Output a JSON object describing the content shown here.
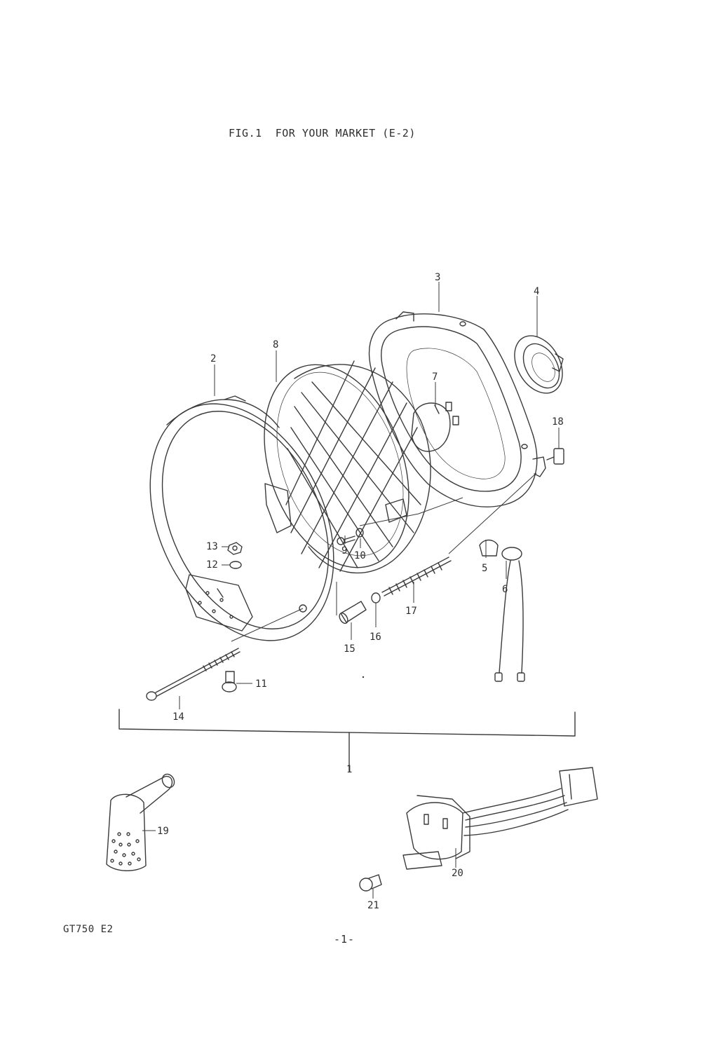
{
  "header": {
    "figure_title": "FIG.1  FOR YOUR MARKET (E-2)"
  },
  "footer": {
    "model_code": "GT750 E2",
    "page_number": "-1-"
  },
  "callouts": {
    "c1": "1",
    "c2": "2",
    "c3": "3",
    "c4": "4",
    "c5": "5",
    "c6": "6",
    "c7": "7",
    "c8": "8",
    "c9": "9",
    "c10": "10",
    "c11": "11",
    "c12": "12",
    "c13": "13",
    "c14": "14",
    "c15": "15",
    "c16": "16",
    "c17": "17",
    "c18": "18",
    "c19": "19",
    "c20": "20",
    "c21": "21"
  },
  "colors": {
    "ink": "#3a3a3a",
    "paper": "#ffffff"
  }
}
